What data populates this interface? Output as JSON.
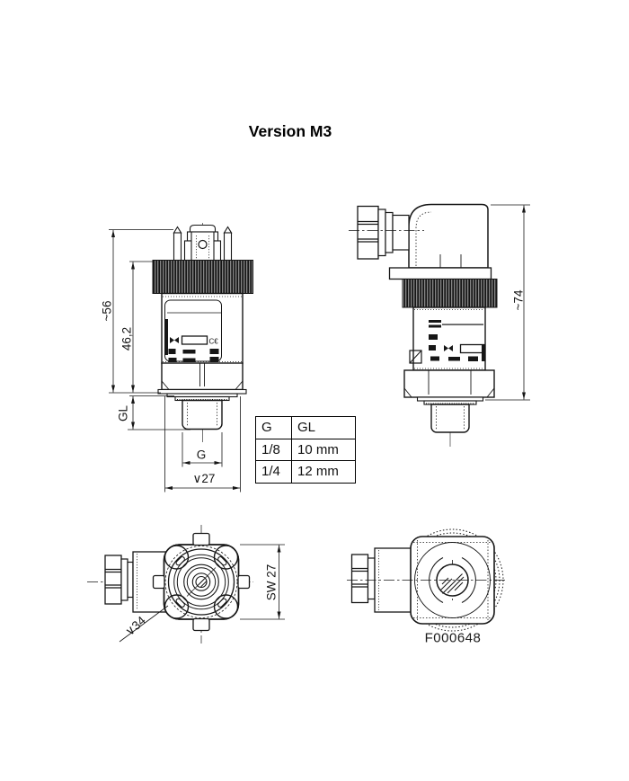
{
  "title": "Version M3",
  "figure_code": "F000648",
  "table": {
    "columns": [
      "G",
      "GL"
    ],
    "rows": [
      [
        "1/8",
        "10 mm"
      ],
      [
        "1/4",
        "12 mm"
      ]
    ]
  },
  "dimensions": {
    "overall_height_front": "~56",
    "housing_height": "46,2",
    "thread_length": "GL",
    "thread_size": "G",
    "hex_diameter": "∨27",
    "overall_height_side": "~74",
    "wrench_size": "SW 27",
    "cap_diameter": "∨34"
  },
  "labels": {
    "ce_mark": "C€"
  }
}
